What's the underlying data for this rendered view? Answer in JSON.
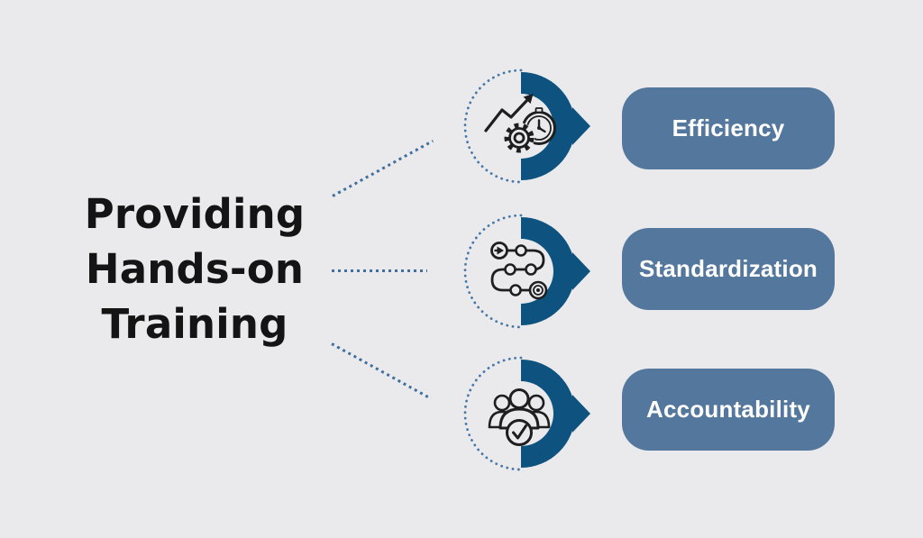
{
  "title": {
    "text": "Providing Hands-on Training",
    "lines": [
      "Providing",
      "Hands-on",
      "Training"
    ]
  },
  "items": [
    {
      "label": "Efficiency",
      "icon": "efficiency-growth-gear-clock-icon"
    },
    {
      "label": "Standardization",
      "icon": "process-flow-path-icon"
    },
    {
      "label": "Accountability",
      "icon": "team-checkmark-icon"
    }
  ],
  "colors": {
    "background": "#eaeaec",
    "arc_blue": "#0e527f",
    "pill_blue": "#54779e",
    "pill_text": "#ffffff",
    "dotted_blue": "#4577a7",
    "connector_dots": "#3f6f9f",
    "title_text": "#141414",
    "icon_stroke": "#1e1e1e"
  }
}
